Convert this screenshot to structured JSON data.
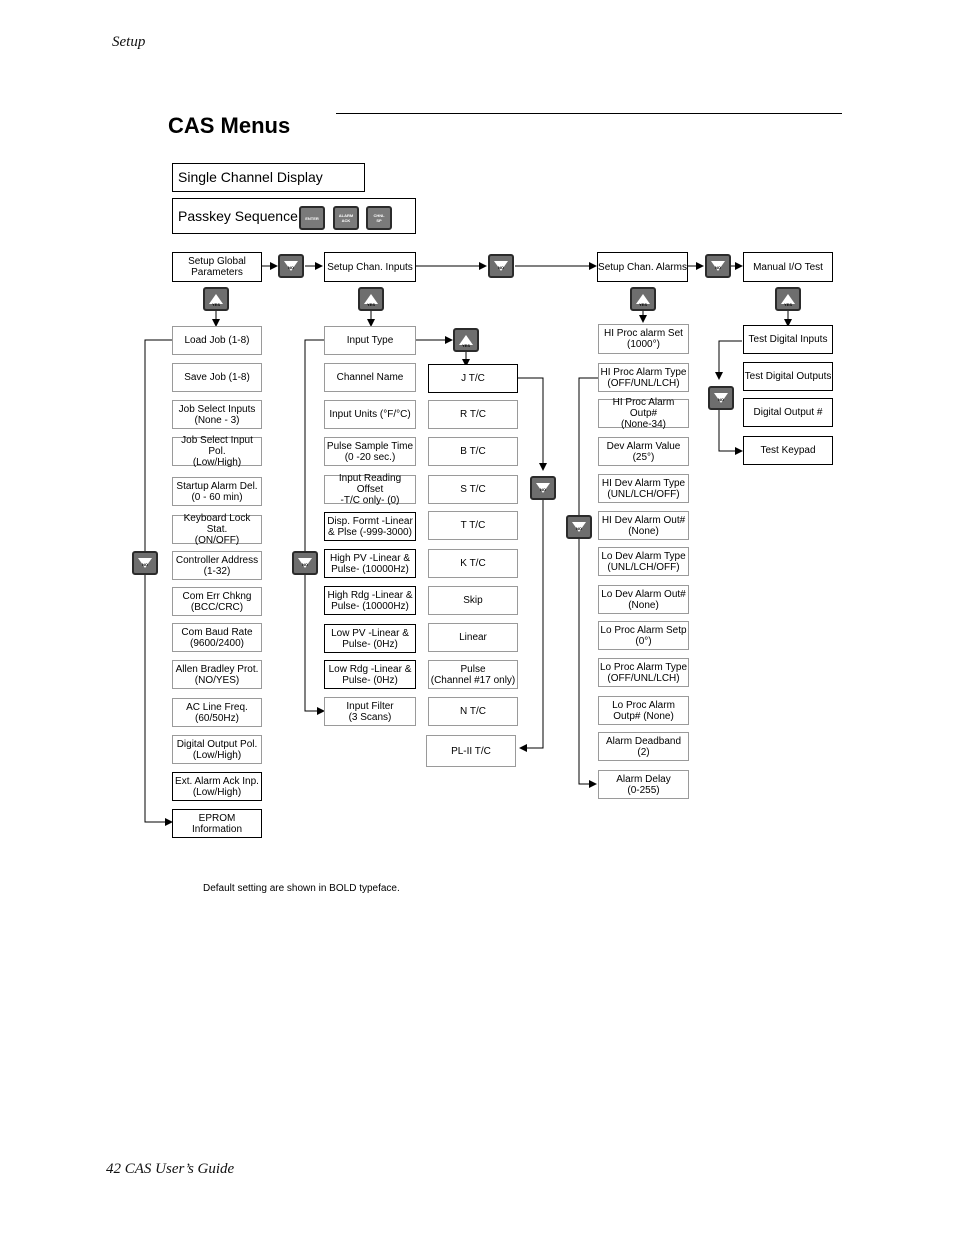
{
  "header": {
    "running_head": "Setup"
  },
  "title": "CAS Menus",
  "top": {
    "display_label": "Single Channel Display",
    "passkey_label": "Passkey Sequence:",
    "passkey_keys": [
      "ENTER",
      "ALARM\nACK",
      "CHNL\nSP"
    ]
  },
  "main_menu": [
    "Setup Global\nParameters",
    "Setup Chan. Inputs",
    "Setup Chan. Alarms",
    "Manual I/O Test"
  ],
  "key_labels": {
    "yes": "YES",
    "no": "NO"
  },
  "global_params": [
    "Load Job (1-8)",
    "Save Job (1-8)",
    "Job Select Inputs\n(None - 3)",
    "Job Select Input Pol.\n(Low/High)",
    "Startup Alarm Del.\n(0 - 60 min)",
    "Keyboard Lock Stat.\n(ON/OFF)",
    "Controller Address\n(1-32)",
    "Com Err Chkng\n(BCC/CRC)",
    "Com Baud Rate\n(9600/2400)",
    "Allen Bradley Prot.\n(NO/YES)",
    "AC Line Freq.\n(60/50Hz)",
    "Digital Output Pol.\n(Low/High)",
    "Ext. Alarm Ack Inp.\n(Low/High)",
    "EPROM Information"
  ],
  "chan_inputs": [
    "Input Type",
    "Channel Name",
    "Input Units (°F/°C)",
    "Pulse Sample Time\n(0 -20 sec.)",
    "Input Reading Offset\n-T/C only- (0)",
    "Disp. Formt -Linear\n& Plse (-999-3000)",
    "High PV -Linear &\nPulse- (10000Hz)",
    "High Rdg -Linear &\nPulse- (10000Hz)",
    "Low PV -Linear &\nPulse- (0Hz)",
    "Low Rdg -Linear &\nPulse- (0Hz)",
    "Input Filter\n(3 Scans)"
  ],
  "input_types": [
    "J T/C",
    "R T/C",
    "B T/C",
    "S T/C",
    "T T/C",
    "K T/C",
    "Skip",
    "Linear",
    "Pulse\n(Channel #17 only)",
    "N T/C",
    "PL-II T/C"
  ],
  "chan_alarms": [
    "HI Proc alarm Set\n(1000°)",
    "HI Proc Alarm Type\n(OFF/UNL/LCH)",
    "HI Proc Alarm Outp#\n(None-34)",
    "Dev Alarm Value\n(25°)",
    "HI Dev Alarm Type\n(UNL/LCH/OFF)",
    "HI Dev Alarm Out#\n(None)",
    "Lo Dev Alarm Type\n(UNL/LCH/OFF)",
    "Lo Dev Alarm Out#\n(None)",
    "Lo Proc Alarm Setp\n(0°)",
    "Lo Proc Alarm Type\n(OFF/UNL/LCH)",
    "Lo Proc Alarm\nOutp# (None)",
    "Alarm Deadband\n(2)",
    "Alarm Delay\n(0-255)"
  ],
  "io_test": [
    "Test Digital Inputs",
    "Test Digital Outputs",
    "Digital Output #",
    "Test Keypad"
  ],
  "footnote": "Default setting are shown in BOLD typeface.",
  "footer": {
    "page_label": "42 CAS User’s Guide"
  }
}
